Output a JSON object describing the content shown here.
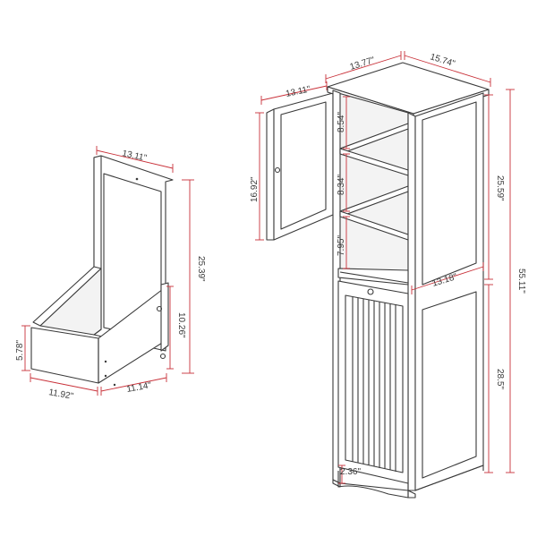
{
  "hamper_drawer": {
    "width": "13.11\"",
    "height_total": "25.39\"",
    "front_height": "10.26\"",
    "side_height": "5.78\"",
    "depth_a": "11.92\"",
    "depth_b": "11.14\""
  },
  "door": {
    "width": "13.11\"",
    "height": "16.92\""
  },
  "cabinet": {
    "top_width": "13.77\"",
    "top_depth": "15.74\"",
    "shelf_gap_1": "8.54\"",
    "shelf_gap_2": "8.34\"",
    "shelf_gap_3": "7.95\"",
    "upper_height": "25.59\"",
    "total_height": "55.11\"",
    "lower_height": "28.5\"",
    "inner_width": "13.18\"",
    "leg_height": "2.36\""
  },
  "colors": {
    "line": "#3a3a3a",
    "dimension": "#c9323a"
  }
}
